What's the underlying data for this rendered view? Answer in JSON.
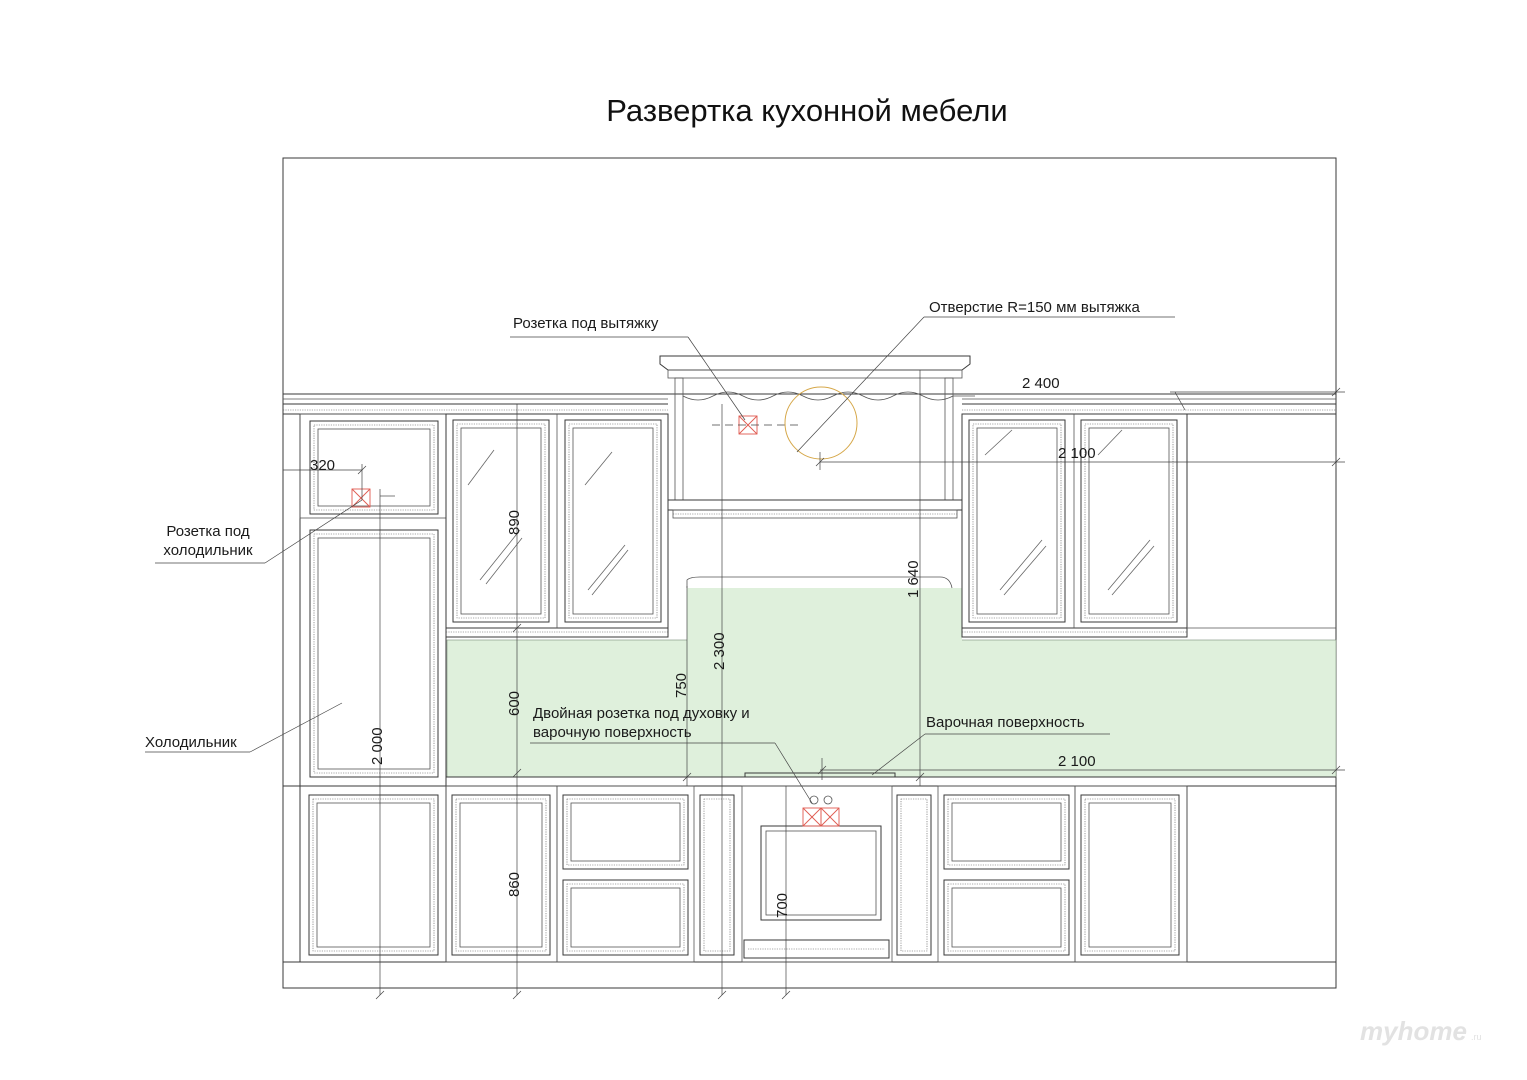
{
  "title": "Развертка кухонной мебели",
  "labels": {
    "hood_socket": "Розетка под вытяжку",
    "hood_hole": "Отверстие R=150 мм вытяжка",
    "fridge_socket_line1": "Розетка под",
    "fridge_socket_line2": "холодильник",
    "fridge": "Холодильник",
    "oven_socket_line1": "Двойная розетка под духовку и",
    "oven_socket_line2": "варочную поверхность",
    "cooktop": "Варочная поверхность"
  },
  "dimensions": {
    "d2400": "2 400",
    "d2100_top": "2 100",
    "d320": "320",
    "d890": "890",
    "d1640": "1 640",
    "d2300": "2 300",
    "d750": "750",
    "d600": "600",
    "d2000": "2 000",
    "d2100_bottom": "2 100",
    "d860": "860",
    "d700": "700"
  },
  "watermark": {
    "brand": "myhome",
    "suffix": ".ru"
  },
  "colors": {
    "backsplash": "#dff0dc",
    "socket": "#e05a50",
    "hood_circle": "#d6a84a"
  }
}
